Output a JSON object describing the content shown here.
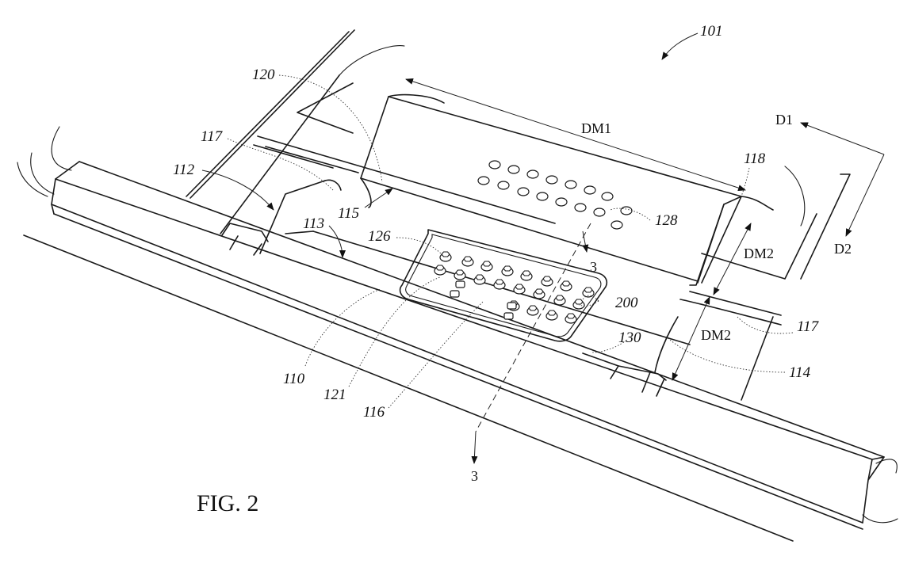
{
  "figure": {
    "caption": "FIG. 2"
  },
  "reference_numerals": {
    "r101": "101",
    "r120": "120",
    "r117a": "117",
    "r112": "112",
    "r115": "115",
    "r113": "113",
    "r126": "126",
    "r128": "128",
    "r118": "118",
    "r200": "200",
    "r117b": "117",
    "r130": "130",
    "r114": "114",
    "r110": "110",
    "r121": "121",
    "r116": "116"
  },
  "dimension_labels": {
    "dm1": "DM1",
    "dm2_upper": "DM2",
    "dm2_lower": "DM2",
    "d1": "D1",
    "d2": "D2"
  },
  "section_markers": {
    "upper": "3",
    "lower": "3"
  }
}
